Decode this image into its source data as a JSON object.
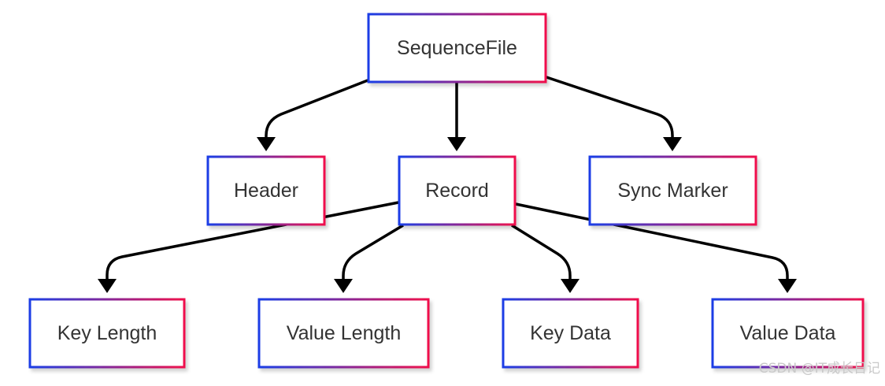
{
  "diagram": {
    "nodes": {
      "sequencefile": "SequenceFile",
      "header": "Header",
      "record": "Record",
      "sync_marker": "Sync Marker",
      "key_length": "Key Length",
      "value_length": "Value Length",
      "key_data": "Key Data",
      "value_data": "Value Data"
    },
    "edges": [
      {
        "from": "SequenceFile",
        "to": "Header"
      },
      {
        "from": "SequenceFile",
        "to": "Record"
      },
      {
        "from": "SequenceFile",
        "to": "Sync Marker"
      },
      {
        "from": "Record",
        "to": "Key Length"
      },
      {
        "from": "Record",
        "to": "Value Length"
      },
      {
        "from": "Record",
        "to": "Key Data"
      },
      {
        "from": "Record",
        "to": "Value Data"
      }
    ],
    "colors": {
      "border_start": "#1a3ee6",
      "border_end": "#f0104c",
      "edge": "#000000",
      "label": "#333333"
    }
  },
  "watermark": "CSDN @IT成长日记"
}
